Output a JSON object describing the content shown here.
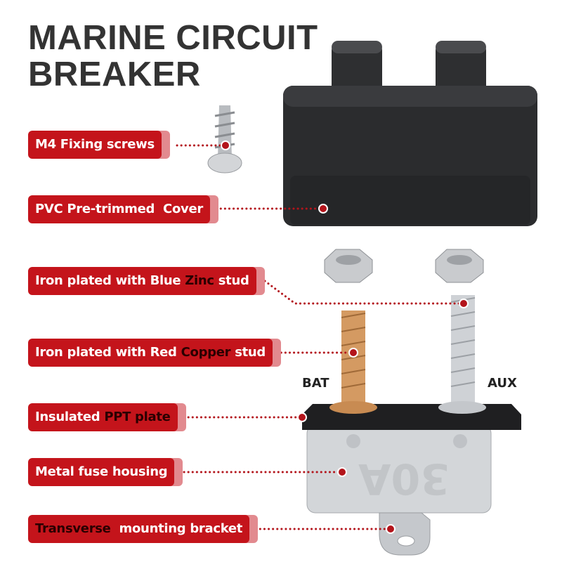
{
  "title": {
    "line1": "MARINE CIRCUIT",
    "line2": "BREAKER"
  },
  "labels": [
    {
      "parts": [
        {
          "text": "M4 Fixing screws"
        }
      ]
    },
    {
      "parts": [
        {
          "text": "PVC Pre-trimmed  Cover"
        }
      ]
    },
    {
      "parts": [
        {
          "text": "Iron plated with Blue "
        },
        {
          "text": "Zinc"
        },
        {
          "text": " stud"
        }
      ]
    },
    {
      "parts": [
        {
          "text": "Iron plated with Red "
        },
        {
          "text": "Copper"
        },
        {
          "text": " stud"
        }
      ]
    },
    {
      "parts": [
        {
          "text": "Insulated "
        },
        {
          "text": "PPT plate"
        }
      ]
    },
    {
      "parts": [
        {
          "text": "Metal fuse housing"
        }
      ]
    },
    {
      "parts": [
        {
          "text": "Transverse"
        },
        {
          "text": "  mounting bracket"
        }
      ]
    }
  ],
  "terminals": {
    "left": "BAT",
    "right": "AUX"
  },
  "housing_rating": "30A",
  "colors": {
    "accent": "#c4141b",
    "tab": "#e28a8f",
    "title": "#333333"
  }
}
